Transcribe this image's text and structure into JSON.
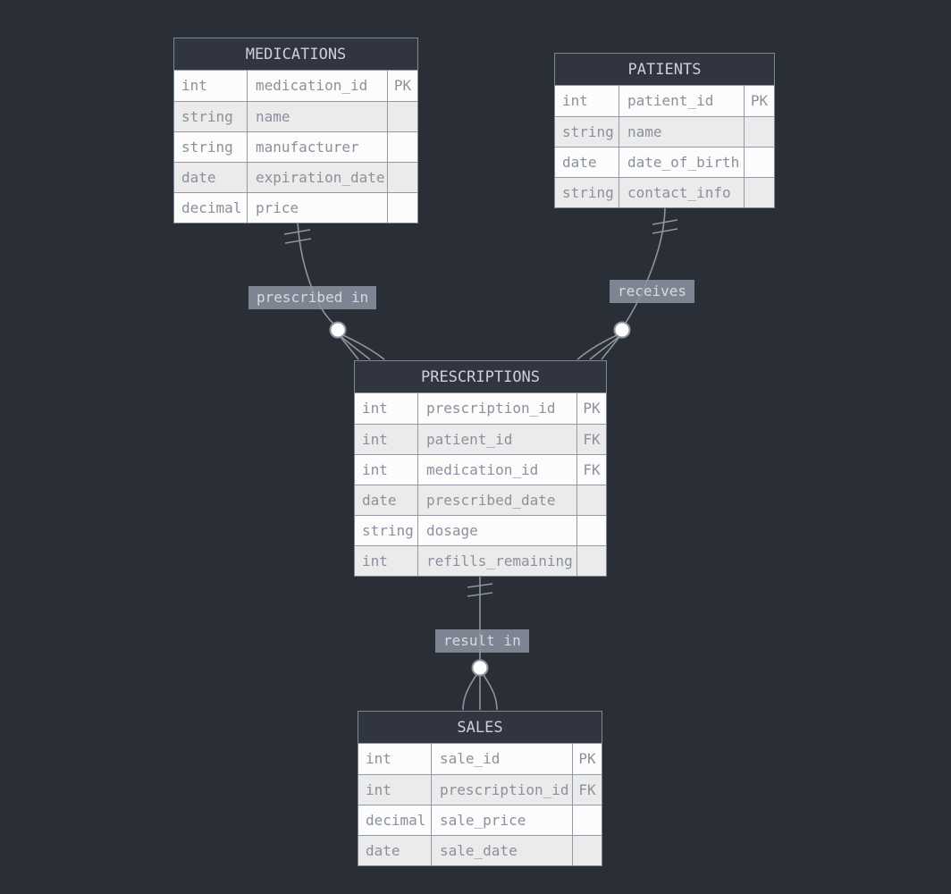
{
  "diagram": {
    "type": "entity-relationship-diagram",
    "entities": [
      {
        "name": "MEDICATIONS",
        "rows": [
          {
            "type": "int",
            "attr": "medication_id",
            "key": "PK"
          },
          {
            "type": "string",
            "attr": "name",
            "key": ""
          },
          {
            "type": "string",
            "attr": "manufacturer",
            "key": ""
          },
          {
            "type": "date",
            "attr": "expiration_date",
            "key": ""
          },
          {
            "type": "decimal",
            "attr": "price",
            "key": ""
          }
        ]
      },
      {
        "name": "PATIENTS",
        "rows": [
          {
            "type": "int",
            "attr": "patient_id",
            "key": "PK"
          },
          {
            "type": "string",
            "attr": "name",
            "key": ""
          },
          {
            "type": "date",
            "attr": "date_of_birth",
            "key": ""
          },
          {
            "type": "string",
            "attr": "contact_info",
            "key": ""
          }
        ]
      },
      {
        "name": "PRESCRIPTIONS",
        "rows": [
          {
            "type": "int",
            "attr": "prescription_id",
            "key": "PK"
          },
          {
            "type": "int",
            "attr": "patient_id",
            "key": "FK"
          },
          {
            "type": "int",
            "attr": "medication_id",
            "key": "FK"
          },
          {
            "type": "date",
            "attr": "prescribed_date",
            "key": ""
          },
          {
            "type": "string",
            "attr": "dosage",
            "key": ""
          },
          {
            "type": "int",
            "attr": "refills_remaining",
            "key": ""
          }
        ]
      },
      {
        "name": "SALES",
        "rows": [
          {
            "type": "int",
            "attr": "sale_id",
            "key": "PK"
          },
          {
            "type": "int",
            "attr": "prescription_id",
            "key": "FK"
          },
          {
            "type": "decimal",
            "attr": "sale_price",
            "key": ""
          },
          {
            "type": "date",
            "attr": "sale_date",
            "key": ""
          }
        ]
      }
    ],
    "relationships": [
      {
        "label": "prescribed in",
        "from": "MEDICATIONS",
        "to": "PRESCRIPTIONS",
        "from_cardinality": "exactly-one",
        "to_cardinality": "zero-or-many"
      },
      {
        "label": "receives",
        "from": "PATIENTS",
        "to": "PRESCRIPTIONS",
        "from_cardinality": "exactly-one",
        "to_cardinality": "zero-or-many"
      },
      {
        "label": "result in",
        "from": "PRESCRIPTIONS",
        "to": "SALES",
        "from_cardinality": "exactly-one",
        "to_cardinality": "zero-or-many"
      }
    ],
    "colors": {
      "background": "#2a2e36",
      "entity_header_bg": "#30353f",
      "entity_header_text": "#ccd0d7",
      "row_bg": "#fcfcfc",
      "row_alt_bg": "#ebebeb",
      "row_text": "#8b919b",
      "cell_border": "#9299a3",
      "line": "#8f959e",
      "circle_fill": "#ffffff",
      "label_bg": "#7d8492",
      "label_text": "#d7dade"
    }
  }
}
